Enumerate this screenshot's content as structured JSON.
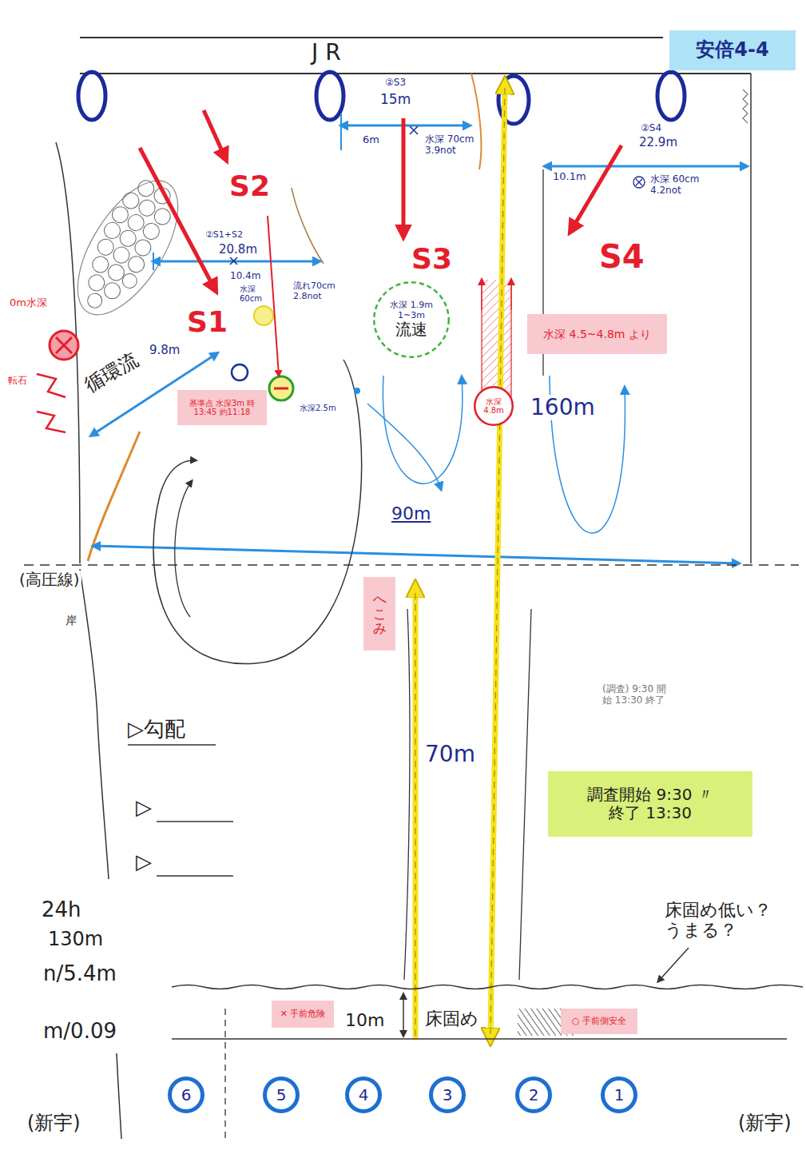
{
  "diagram": {
    "nodes": [
      {
        "text": [
          "安倍4-4"
        ]
      },
      {
        "text": [
          "基準点 水深3m 時13:45 約11:18"
        ]
      },
      {
        "text": [
          "水深 1.9m 1~3m",
          "流速"
        ]
      },
      {
        "text": [
          "水深 4.5~4.8m より"
        ]
      },
      {
        "text": [
          "水深 4.8m"
        ]
      },
      {
        "text": [
          "へこみ"
        ]
      },
      {
        "text": [
          "調査開始 9:30 〃 終了 13:30"
        ]
      },
      {
        "text": [
          "✕ 手前危険"
        ]
      },
      {
        "text": [
          "○ 手前側安全"
        ]
      },
      {
        "text": [
          "6"
        ]
      },
      {
        "text": [
          "5"
        ]
      },
      {
        "text": [
          "4"
        ]
      },
      {
        "text": [
          "3"
        ]
      },
      {
        "text": [
          "2"
        ]
      },
      {
        "text": [
          "1"
        ]
      }
    ],
    "labels": [
      "J R",
      "S2",
      "S1",
      "S3",
      "S4",
      "②S3",
      "15m",
      "6m",
      "水深 70cm 3.9not",
      "②S4",
      "22.9m",
      "10.1m",
      "水深 60cm 4.2not",
      "②S1+S2",
      "20.8m",
      "10.4m",
      "水深 60cm",
      "流れ70cm 2.8not",
      "0m水深",
      "転石",
      "循環流",
      "9.8m",
      "水深2.5m",
      "160m",
      "90m",
      "(高圧線)",
      "岸",
      "70m",
      "▷勾配",
      "▷",
      "▷",
      "(調査) 9:30 開始 13:30 終了",
      "24h",
      "130m",
      "n/5.4m",
      "m/0.09",
      "床固め低い？ うまる？",
      "10m",
      "床固め",
      "(新宇)",
      "(新宇)"
    ]
  }
}
